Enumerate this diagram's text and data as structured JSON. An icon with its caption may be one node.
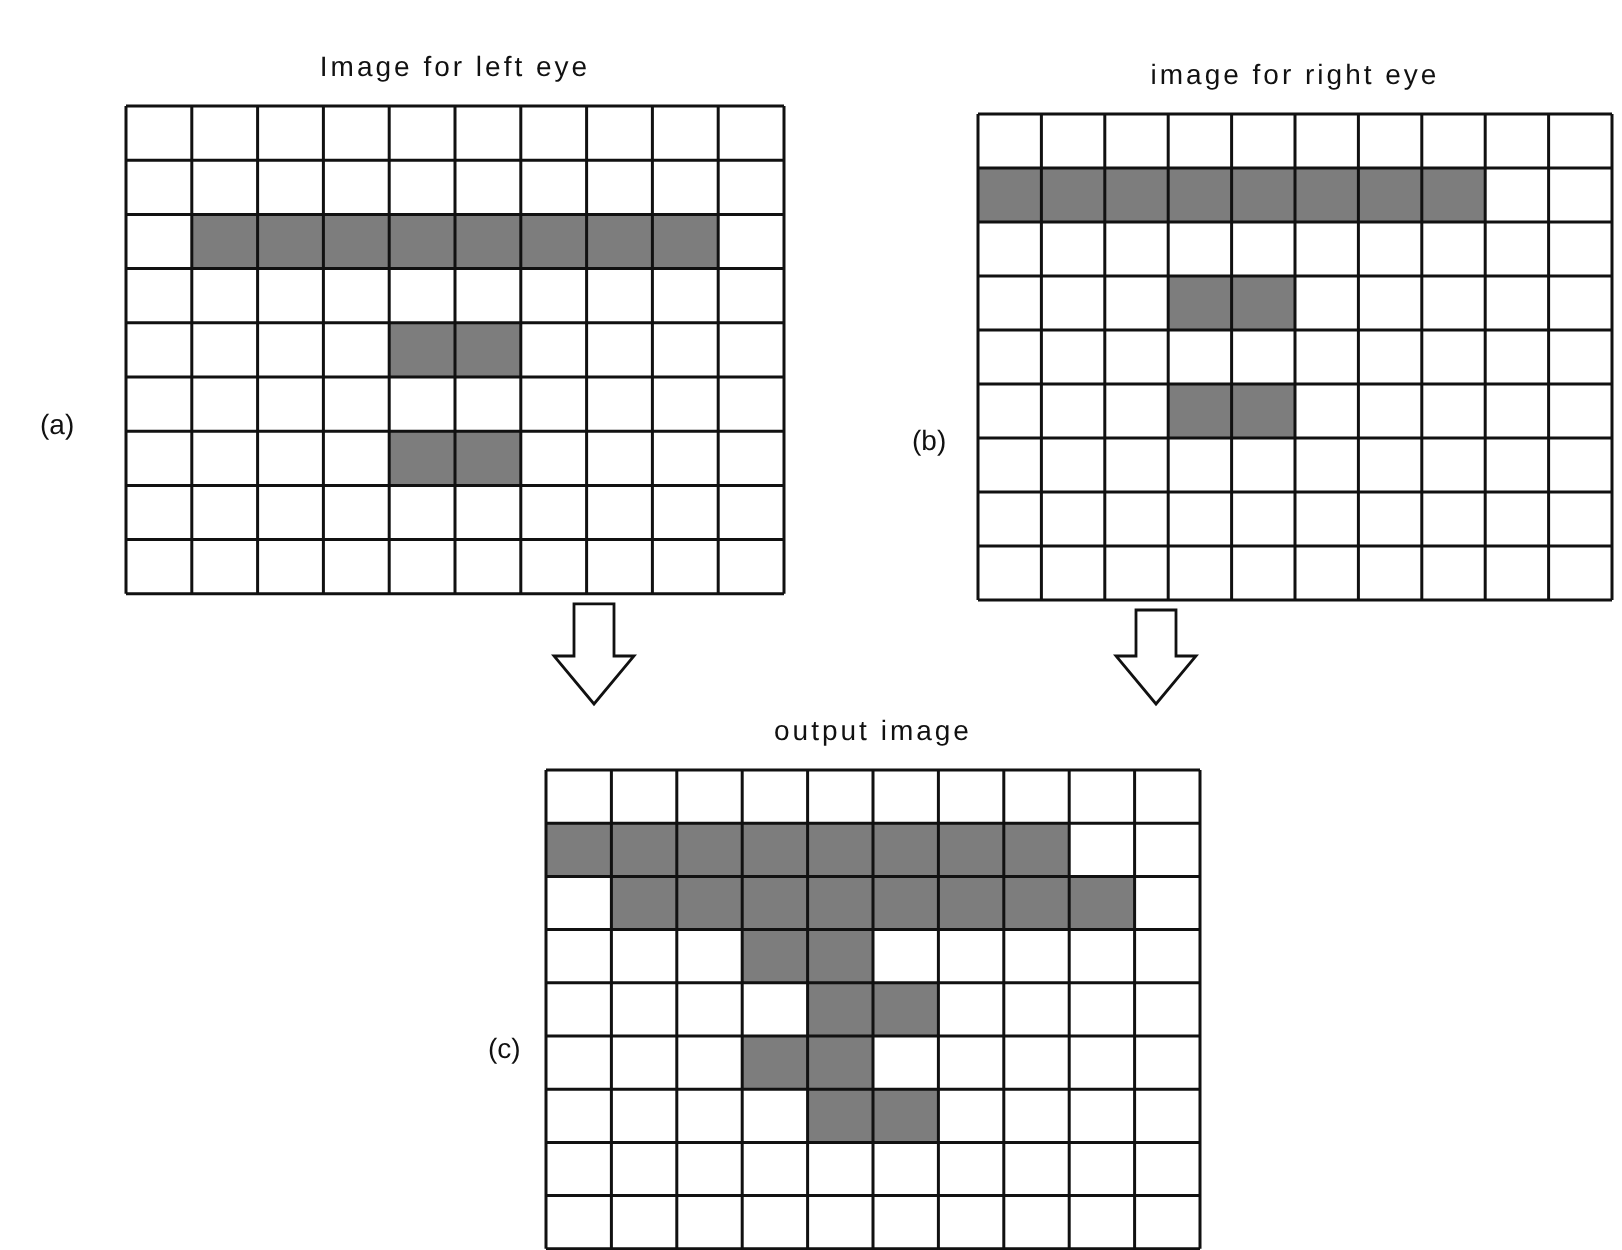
{
  "diagram": {
    "nodes": [
      {
        "text": [
          "Image for left eye"
        ],
        "beside": [
          "(a)"
        ]
      },
      {
        "text": [
          "image for right eye"
        ],
        "beside": [
          "(b)"
        ]
      },
      {
        "text": [
          "output image"
        ],
        "beside": [
          "(c)"
        ]
      }
    ],
    "edges": [
      {
        "from": 0,
        "to": 2,
        "arrow": "to"
      },
      {
        "from": 1,
        "to": 2,
        "arrow": "to"
      }
    ]
  }
}
